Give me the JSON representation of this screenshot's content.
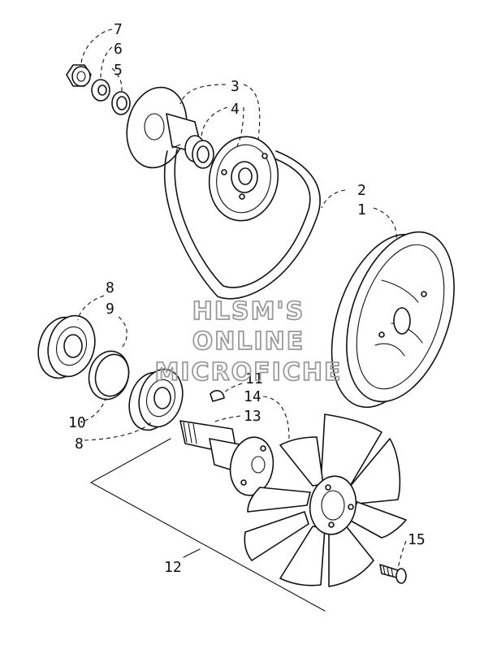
{
  "watermark": {
    "line1": "HLSM'S",
    "line2": "ONLINE",
    "line3": "MICROFICHE"
  },
  "callouts": {
    "c7": "7",
    "c6": "6",
    "c5": "5",
    "c3": "3",
    "c4": "4",
    "c2": "2",
    "c1": "1",
    "c8a": "8",
    "c9": "9",
    "c11": "11",
    "c14": "14",
    "c13": "13",
    "c10": "10",
    "c8b": "8",
    "c15": "15",
    "c12": "12"
  }
}
